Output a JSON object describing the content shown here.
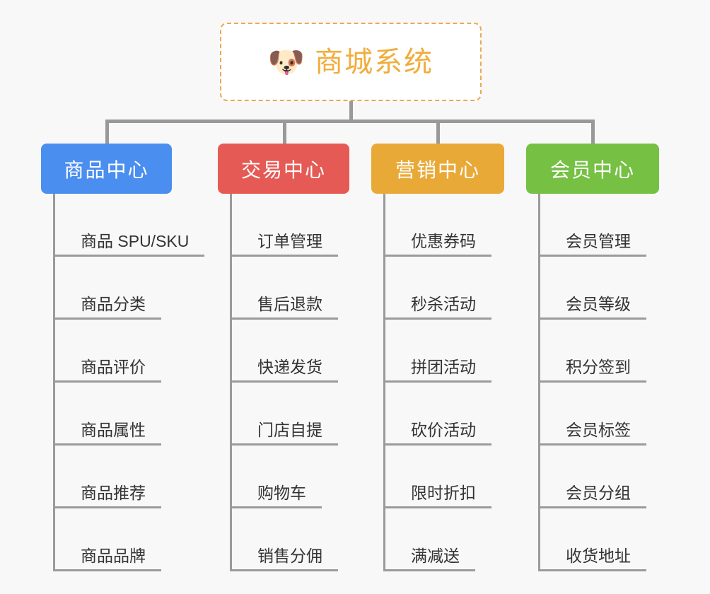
{
  "page": {
    "background_color": "#f8f8f8",
    "type": "mindmap",
    "line_color": "#9a9a9a"
  },
  "root": {
    "icon": "shiba-dog-face-icon",
    "emoji": "🐶",
    "title": "商城系统",
    "border_color": "#eba954",
    "text_color": "#f0ad3c",
    "background_color": "#ffffff"
  },
  "categories": [
    {
      "label": "商品中心",
      "color": "#4a8eef",
      "items": [
        {
          "label": "商品 SPU/SKU"
        },
        {
          "label": "商品分类"
        },
        {
          "label": "商品评价"
        },
        {
          "label": "商品属性"
        },
        {
          "label": "商品推荐"
        },
        {
          "label": "商品品牌"
        }
      ]
    },
    {
      "label": "交易中心",
      "color": "#e55a55",
      "items": [
        {
          "label": "订单管理"
        },
        {
          "label": "售后退款"
        },
        {
          "label": "快递发货"
        },
        {
          "label": "门店自提"
        },
        {
          "label": "购物车"
        },
        {
          "label": "销售分佣"
        }
      ]
    },
    {
      "label": "营销中心",
      "color": "#e9a937",
      "items": [
        {
          "label": "优惠券码"
        },
        {
          "label": "秒杀活动"
        },
        {
          "label": "拼团活动"
        },
        {
          "label": "砍价活动"
        },
        {
          "label": "限时折扣"
        },
        {
          "label": "满减送"
        }
      ]
    },
    {
      "label": "会员中心",
      "color": "#76c044",
      "items": [
        {
          "label": "会员管理"
        },
        {
          "label": "会员等级"
        },
        {
          "label": "积分签到"
        },
        {
          "label": "会员标签"
        },
        {
          "label": "会员分组"
        },
        {
          "label": "收货地址"
        }
      ]
    }
  ]
}
